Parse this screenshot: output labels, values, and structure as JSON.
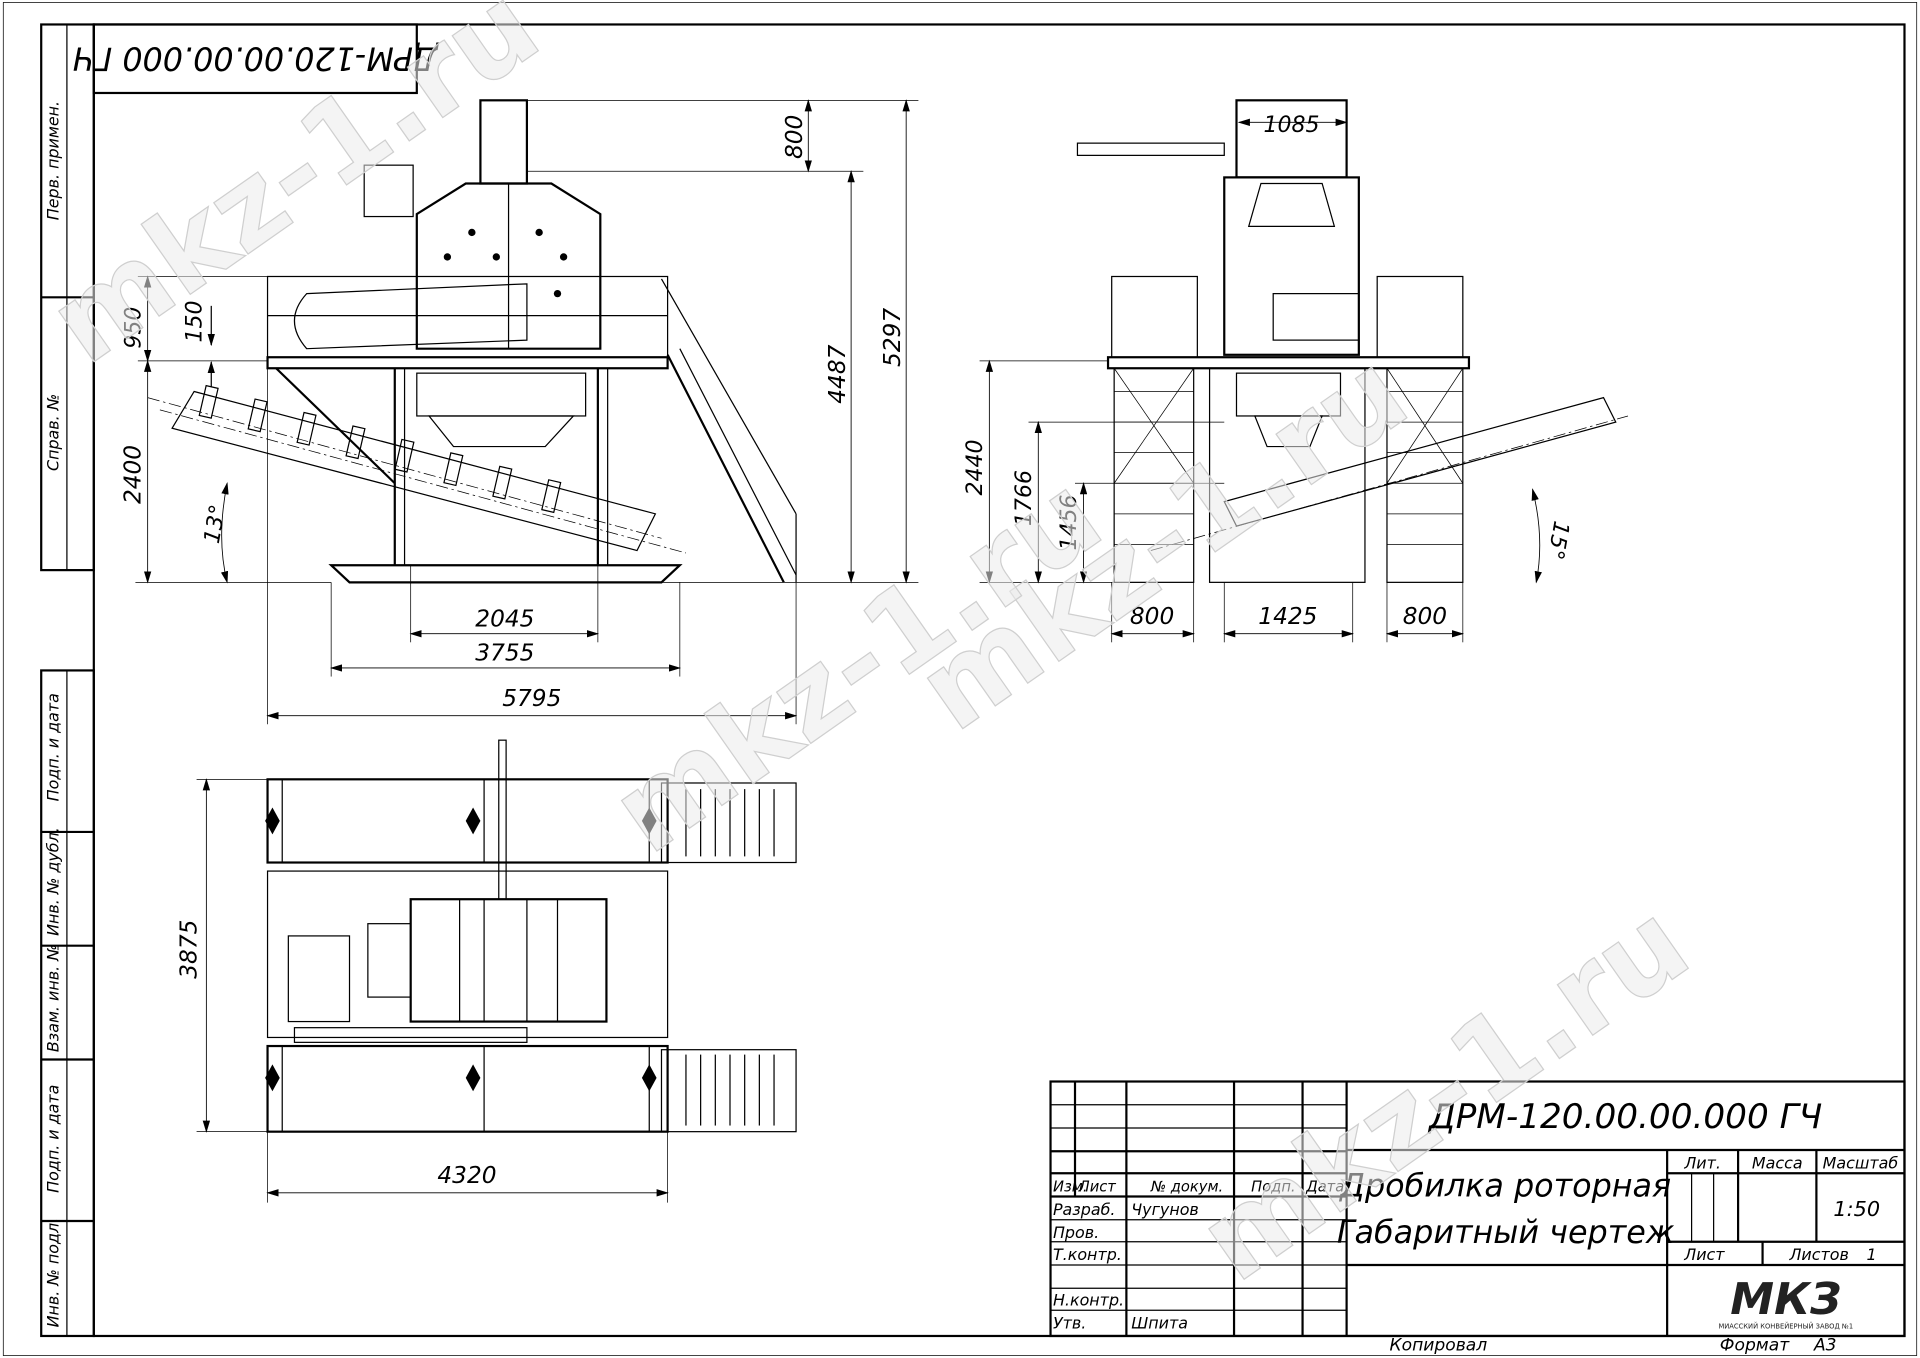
{
  "document": {
    "code": "ДРМ-120.00.00.000 ГЧ",
    "code_rotated": "ДРМ-120.00.00.000 ГЧ",
    "title_line1": "Дробилка роторная",
    "title_line2": "Габаритный чертеж",
    "scale": "1:50",
    "sheets_count": "1",
    "format_label": "Формат",
    "format_value": "А3",
    "copied_label": "Копировал"
  },
  "side_stamps": [
    "Перв. примен.",
    "Справ. №",
    "Подп. и дата",
    "Инв. № дубл.",
    "Взам. инв. №",
    "Подп. и дата",
    "Инв. № подл."
  ],
  "title_block": {
    "headers": {
      "izm": "Изм.",
      "list": "Лист",
      "doc_no": "№ докум.",
      "sign": "Подп.",
      "date": "Дата"
    },
    "roles": [
      {
        "role": "Разраб.",
        "name": "Чугунов"
      },
      {
        "role": "Пров.",
        "name": ""
      },
      {
        "role": "Т.контр.",
        "name": ""
      },
      {
        "role": "Н.контр.",
        "name": ""
      },
      {
        "role": "Утв.",
        "name": "Шпита"
      }
    ],
    "lit_label": "Лит.",
    "mass_label": "Масса",
    "scale_label": "Масштаб",
    "sheet_label": "Лист",
    "sheets_label": "Листов",
    "logo_text": "МКЗ",
    "logo_subtitle": "МИАССКИЙ КОНВЕЙЕРНЫЙ ЗАВОД №1"
  },
  "dimensions": {
    "front": {
      "top_chute": "800",
      "height_total": "5297",
      "height_frame": "4487",
      "rail": "950",
      "offset": "150",
      "platform": "2400",
      "angle": "13°",
      "legs": "2045",
      "base": "3755",
      "overall": "5795"
    },
    "side": {
      "chute_width": "1085",
      "platform": "2440",
      "h1": "1766",
      "h2": "1456",
      "angle": "15°",
      "left": "800",
      "center": "1425",
      "right": "800"
    },
    "plan": {
      "depth": "3875",
      "width": "4320"
    }
  },
  "watermark": "mkz-1.ru"
}
